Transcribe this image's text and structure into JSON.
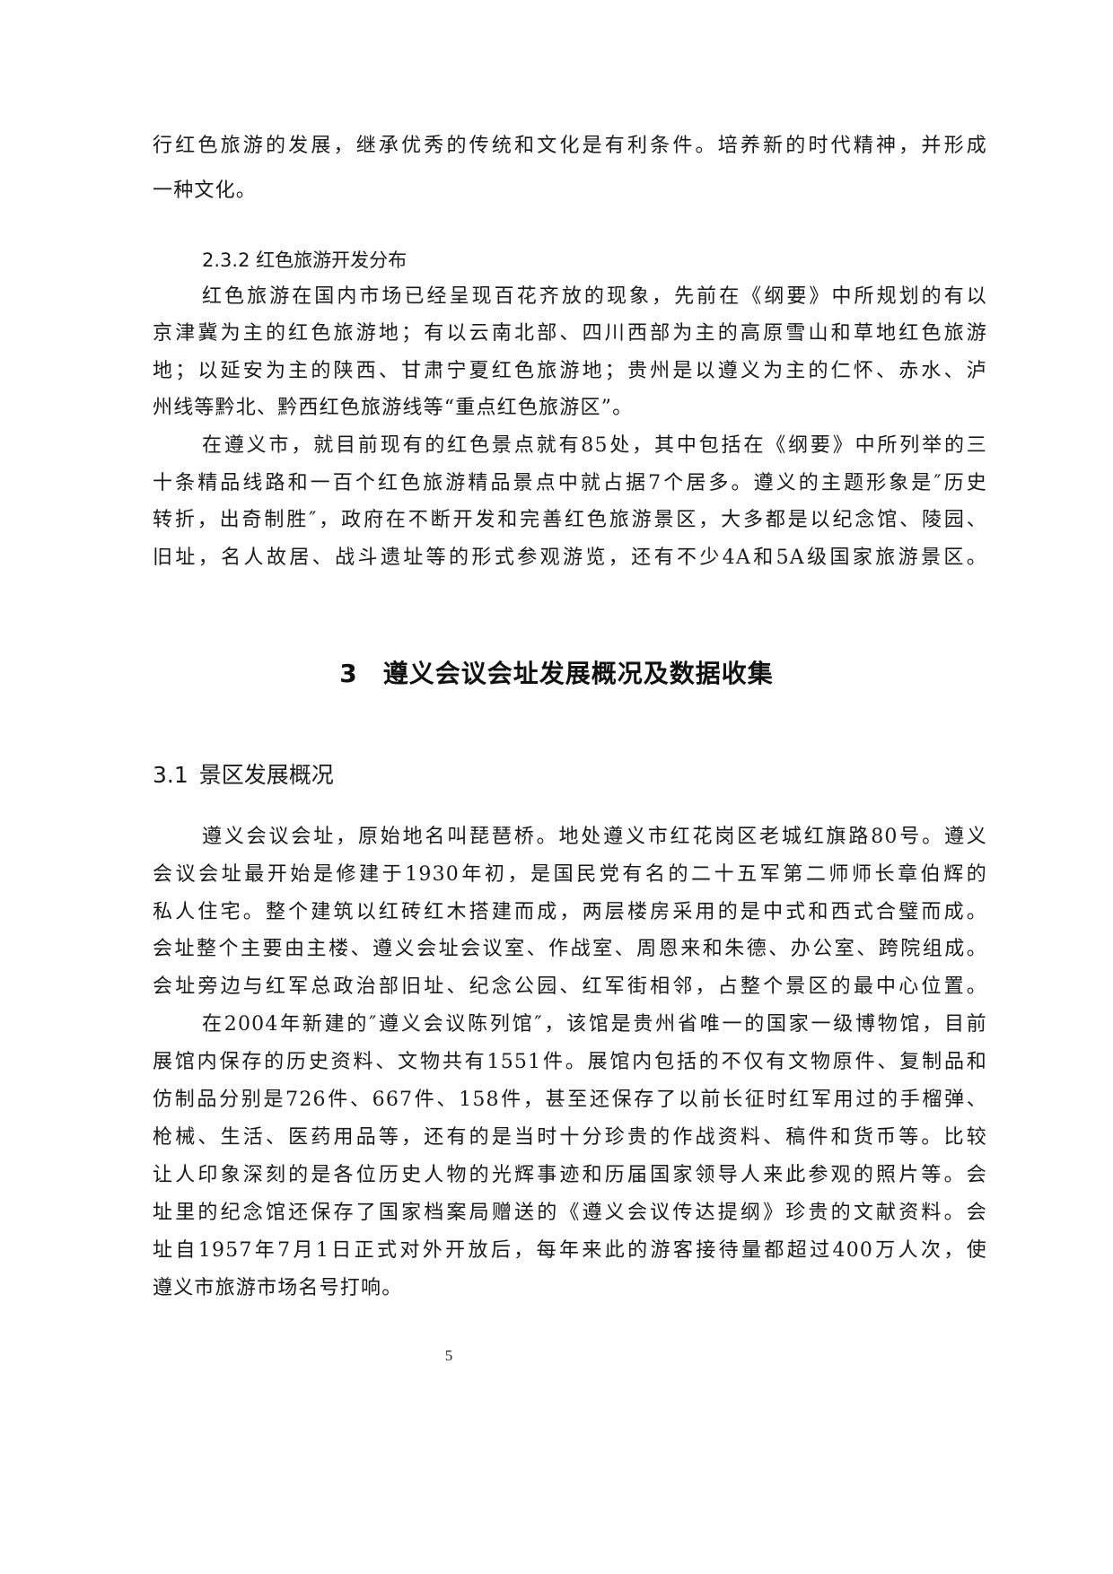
{
  "document": {
    "intro_continuation": {
      "lines": [
        "行红色旅游的发展，继承优秀的传统和文化是有利条件。培养新的时代精神，并形成",
        "一种文化。"
      ]
    },
    "subsection_2_3_2": {
      "heading": "2.3.2 红色旅游开发分布",
      "paragraphs": [
        {
          "lines": [
            "红色旅游在国内市场已经呈现百花齐放的现象，先前在《纲要》中所规划的有以",
            "京津冀为主的红色旅游地；有以云南北部、四川西部为主的高原雪山和草地红色旅游",
            "地；以延安为主的陕西、甘肃宁夏红色旅游地；贵州是以遵义为主的仁怀、赤水、泸",
            "州线等黔北、黔西红色旅游线等“重点红色旅游区”。"
          ]
        },
        {
          "lines": [
            "在遵义市，就目前现有的红色景点就有85处，其中包括在《纲要》中所列举的三",
            "十条精品线路和一百个红色旅游精品景点中就占据7个居多。遵义的主题形象是″历史",
            "转折，出奇制胜″，政府在不断开发和完善红色旅游景区，大多都是以纪念馆、陵园、",
            "旧址，名人故居、战斗遗址等的形式参观游览，还有不少4A和5A级国家旅游景区。"
          ]
        }
      ]
    },
    "chapter_3": {
      "number": "3",
      "title": "遵义会议会址发展概况及数据收集"
    },
    "section_3_1": {
      "number": "3.1",
      "title": "景区发展概况",
      "paragraphs": [
        {
          "lines": [
            "遵义会议会址，原始地名叫琵琶桥。地处遵义市红花岗区老城红旗路80号。遵义",
            "会议会址最开始是修建于1930年初，是国民党有名的二十五军第二师师长章伯辉的",
            "私人住宅。整个建筑以红砖红木搭建而成，两层楼房采用的是中式和西式合璧而成。",
            "会址整个主要由主楼、遵义会址会议室、作战室、周恩来和朱德、办公室、跨院组成。",
            "会址旁边与红军总政治部旧址、纪念公园、红军街相邻，占整个景区的最中心位置。"
          ]
        },
        {
          "lines": [
            "在2004年新建的″遵义会议陈列馆″，该馆是贵州省唯一的国家一级博物馆，目前",
            "展馆内保存的历史资料、文物共有1551件。展馆内包括的不仅有文物原件、复制品和",
            "仿制品分别是726件、667件、158件，甚至还保存了以前长征时红军用过的手榴弹、",
            "枪械、生活、医药用品等，还有的是当时十分珍贵的作战资料、稿件和货币等。比较",
            "让人印象深刻的是各位历史人物的光辉事迹和历届国家领导人来此参观的照片等。会",
            "址里的纪念馆还保存了国家档案局赠送的《遵义会议传达提纲》珍贵的文献资料。会",
            "址自1957年7月1日正式对外开放后，每年来此的游客接待量都超过400万人次，使",
            "遵义市旅游市场名号打响。"
          ]
        }
      ]
    },
    "footer": {
      "page_number": "5"
    }
  }
}
